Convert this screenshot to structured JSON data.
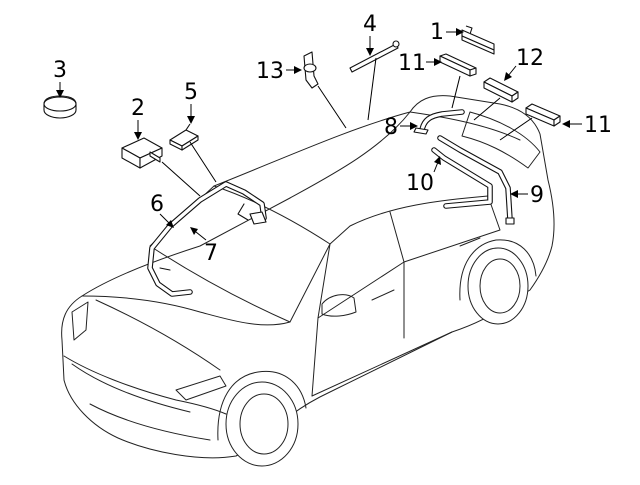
{
  "diagram": {
    "callouts": [
      {
        "id": "c1",
        "label": "1"
      },
      {
        "id": "c2",
        "label": "2"
      },
      {
        "id": "c3",
        "label": "3"
      },
      {
        "id": "c4",
        "label": "4"
      },
      {
        "id": "c5",
        "label": "5"
      },
      {
        "id": "c6",
        "label": "6"
      },
      {
        "id": "c7",
        "label": "7"
      },
      {
        "id": "c8",
        "label": "8"
      },
      {
        "id": "c9",
        "label": "9"
      },
      {
        "id": "c10",
        "label": "10"
      },
      {
        "id": "c11a",
        "label": "11"
      },
      {
        "id": "c11b",
        "label": "11"
      },
      {
        "id": "c12",
        "label": "12"
      },
      {
        "id": "c13",
        "label": "13"
      }
    ],
    "colors": {
      "line": "#111111",
      "background": "#ffffff"
    }
  }
}
